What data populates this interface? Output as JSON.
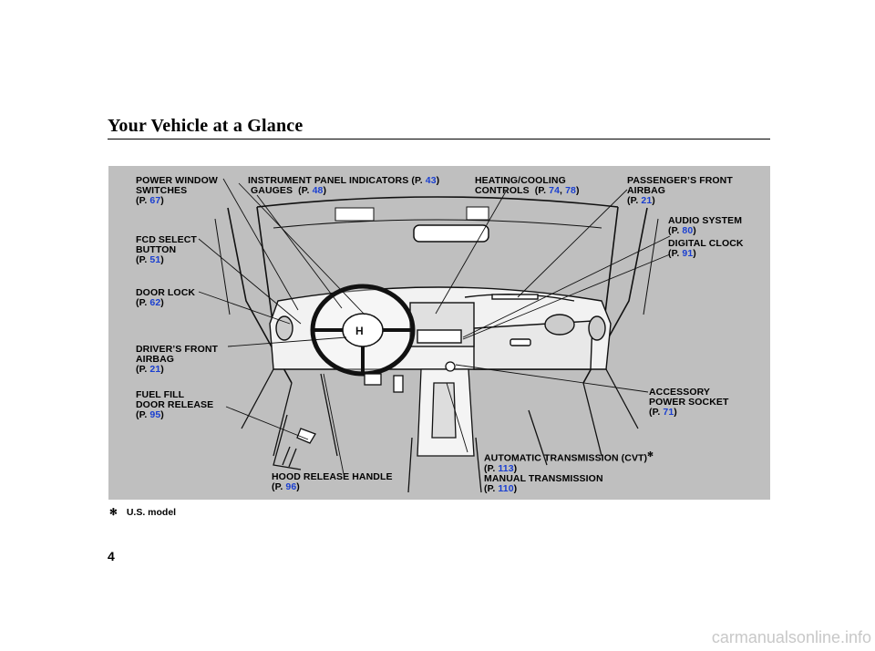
{
  "title": "Your Vehicle at a Glance",
  "page_number": "4",
  "footnote": {
    "symbol": "✻",
    "text": "U.S. model"
  },
  "watermark": "carmanualsonline.info",
  "link_color": "#1a3fd1",
  "callouts": {
    "power_window": {
      "l1": "POWER WINDOW",
      "l2": "SWITCHES",
      "p1": "67"
    },
    "instrument": {
      "l1": "INSTRUMENT PANEL INDICATORS",
      "p1": "43",
      "l2": "GAUGES",
      "p2": "48"
    },
    "heating": {
      "l1": "HEATING/COOLING",
      "l2": "CONTROLS",
      "p1": "74",
      "p2": "78"
    },
    "passenger_airbag": {
      "l1": "PASSENGER’S FRONT",
      "l2": "AIRBAG",
      "p1": "21"
    },
    "audio": {
      "l1": "AUDIO SYSTEM",
      "p1": "80"
    },
    "clock": {
      "l1": "DIGITAL CLOCK",
      "p1": "91"
    },
    "fcd": {
      "l1": "FCD SELECT",
      "l2": "BUTTON",
      "p1": "51"
    },
    "door_lock": {
      "l1": "DOOR LOCK",
      "p1": "62"
    },
    "driver_airbag": {
      "l1": "DRIVER’S FRONT",
      "l2": "AIRBAG",
      "p1": "21"
    },
    "fuel": {
      "l1": "FUEL FILL",
      "l2": "DOOR RELEASE",
      "p1": "95"
    },
    "accessory": {
      "l1": "ACCESSORY",
      "l2": "POWER SOCKET",
      "p1": "71"
    },
    "automatic": {
      "l1": "AUTOMATIC TRANSMISSION (CVT)",
      "mark": "✻",
      "p1": "113"
    },
    "manual": {
      "l1": "MANUAL TRANSMISSION",
      "p1": "110"
    },
    "hood": {
      "l1": "HOOD RELEASE HANDLE",
      "p1": "96"
    }
  }
}
